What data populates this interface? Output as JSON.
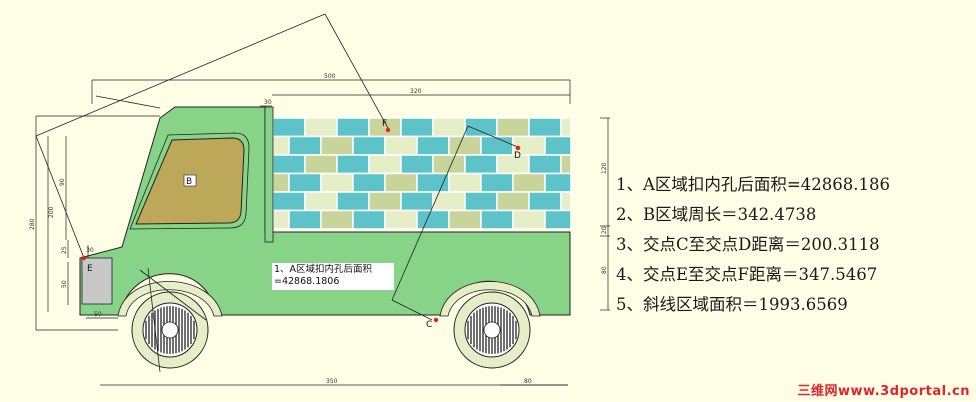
{
  "results": [
    "1、A区域扣内孔后面积=42868.186",
    "2、B区域周长＝342.4738",
    "3、交点C至交点D距离＝200.3118",
    "4、交点E至交点F距离＝347.5467",
    "5、斜线区域面积＝1993.6569"
  ],
  "callout": {
    "line1": "1、A区域扣内孔后面积",
    "line2": "=42868.1806"
  },
  "points": {
    "C": "C",
    "D": "D",
    "E": "E",
    "F": "F",
    "B": "B"
  },
  "dimensions": {
    "top_overall": "500",
    "top_cargo": "320",
    "top_small": "30",
    "bottom_long": "350",
    "bottom_short": "80",
    "bottom_left": "50",
    "left_outer": "280",
    "left_mid": "200",
    "left_inner": "90",
    "left_low1": "25",
    "left_low2": "50",
    "right_top": "120",
    "right_mid": "20",
    "right_low": "80",
    "left_small": "30"
  },
  "watermark": "三维网www.3dportal.cn",
  "colors": {
    "body_green": "#87d387",
    "window_tan": "#bda85a",
    "brick_cyan": "#5cc3c8",
    "brick_pale": "#e6eec8",
    "brick_olive": "#c9d49a",
    "background": "#fefee6",
    "point_red": "#e02020"
  }
}
